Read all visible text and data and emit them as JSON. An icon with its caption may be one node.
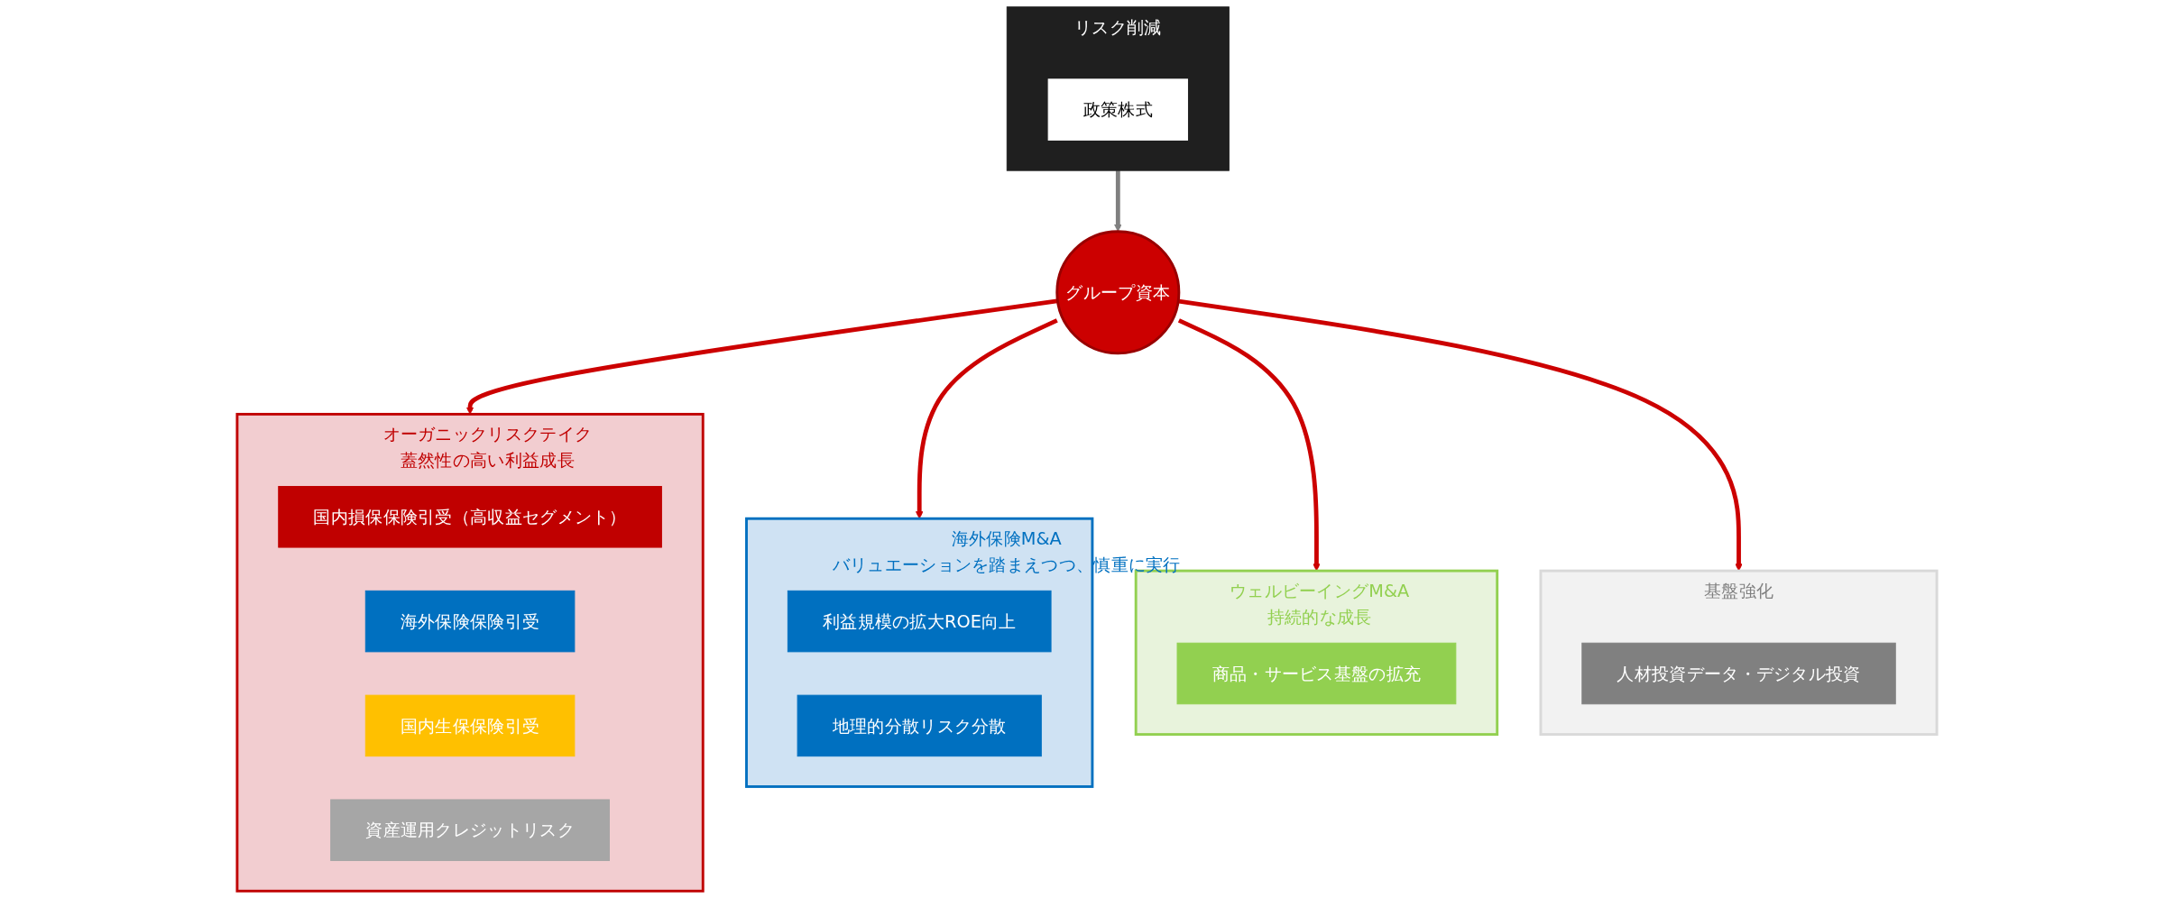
{
  "diagram": {
    "nodes": [
      {
        "text": [
          "オーガニックリスクテイク",
          "蓋然性の高い利益成長"
        ]
      },
      {
        "text": [
          "国内損保保険引受（高収益セグメント）"
        ],
        "in": 0
      },
      {
        "text": [
          "海外保険保険引受"
        ],
        "in": 0
      },
      {
        "text": [
          "国内生保保険引受"
        ],
        "in": 0
      },
      {
        "text": [
          "資産運用クレジットリスク"
        ],
        "in": 0
      },
      {
        "text": [
          "海外保険M&A",
          "バリュエーションを踏まえつつ、慎重に実行"
        ]
      },
      {
        "text": [
          "利益規模の拡大ROE向上"
        ],
        "in": 5
      },
      {
        "text": [
          "地理的分散リスク分散"
        ],
        "in": 5
      },
      {
        "text": [
          "グループ資本"
        ]
      },
      {
        "text": [
          "ウェルビーイングM&A",
          "持続的な成長"
        ]
      },
      {
        "text": [
          "商品・サービス基盤の拡充"
        ],
        "in": 9
      },
      {
        "text": [
          "基盤強化"
        ]
      },
      {
        "text": [
          "人材投資データ・デジタル投資"
        ],
        "in": 11
      },
      {
        "text": [
          "リスク削減"
        ]
      },
      {
        "text": [
          "政策株式"
        ],
        "in": 13
      }
    ],
    "edges": [
      {
        "from": 8,
        "to": 0,
        "arrow": "to"
      },
      {
        "from": 8,
        "to": 5,
        "arrow": "to"
      },
      {
        "from": 8,
        "to": 9,
        "arrow": "to"
      },
      {
        "from": 8,
        "to": 11,
        "arrow": "to"
      },
      {
        "from": 13,
        "to": 8,
        "arrow": "to",
        "color": "#808080"
      }
    ]
  }
}
